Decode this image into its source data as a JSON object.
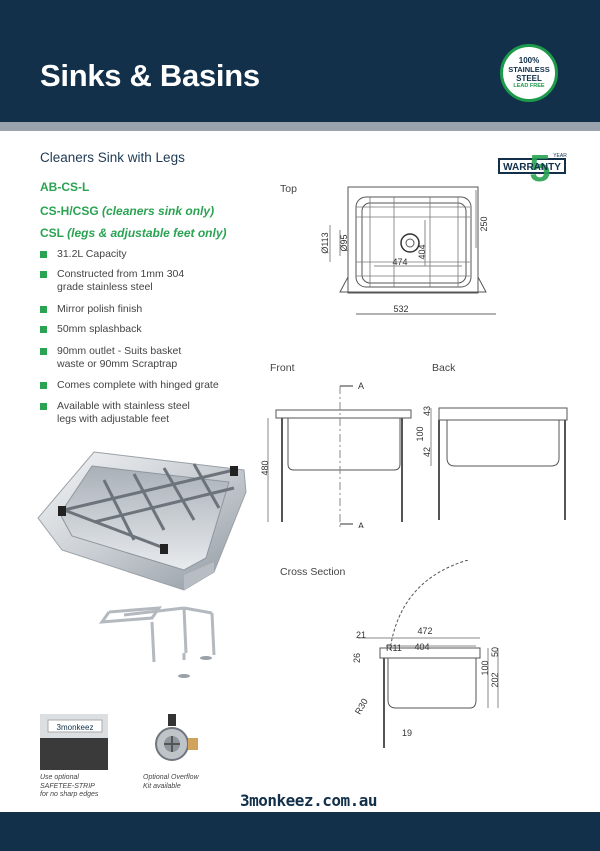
{
  "header": {
    "title": "Sinks & Basins"
  },
  "badge": {
    "line1": "100%",
    "line2": "STAINLESS",
    "line3": "STEEL",
    "line4": "LEAD FREE"
  },
  "warranty": {
    "number": "5",
    "year": "YEAR",
    "label": "WARRANTY"
  },
  "product": {
    "title": "Cleaners Sink with Legs",
    "code1": "AB-CS-L",
    "code2_main": "CS-H/CSG",
    "code2_note": "(cleaners sink only)",
    "code3_main": "CSL",
    "code3_note": "(legs & adjustable feet only)"
  },
  "features": [
    "31.2L Capacity",
    "Constructed from 1mm 304\ngrade stainless steel",
    "Mirror polish finish",
    "50mm splashback",
    "90mm outlet - Suits basket\nwaste or 90mm Scraptrap",
    "Comes complete with hinged grate",
    "Available with stainless steel\nlegs with adjustable feet"
  ],
  "views": {
    "top": "Top",
    "front": "Front",
    "back": "Back",
    "cross": "Cross Section"
  },
  "dimensions": {
    "top": {
      "d250": "250",
      "d113": "Ø113",
      "d95": "Ø95",
      "d474": "474",
      "d404": "404",
      "d532": "532"
    },
    "front": {
      "a_top": "A",
      "a_bottom": "A",
      "d480": "480"
    },
    "back": {
      "d43": "43",
      "d100": "100",
      "d42": "42"
    },
    "cross": {
      "d472": "472",
      "d21": "21",
      "r11": "R11",
      "d404": "404",
      "d26": "26",
      "d50": "50",
      "d100": "100",
      "d202": "202",
      "r30": "R30",
      "d19": "19"
    }
  },
  "accessories": {
    "strip_caption": "Use optional\nSAFETEE-STRIP\nfor no sharp edges",
    "strip_logo": "3monkeez",
    "overflow_caption": "Optional Overflow\nKit available"
  },
  "footer": {
    "website": "3monkeez.com.au"
  },
  "colors": {
    "navy": "#12304a",
    "green": "#2aa352",
    "grey": "#9aa3ad"
  }
}
